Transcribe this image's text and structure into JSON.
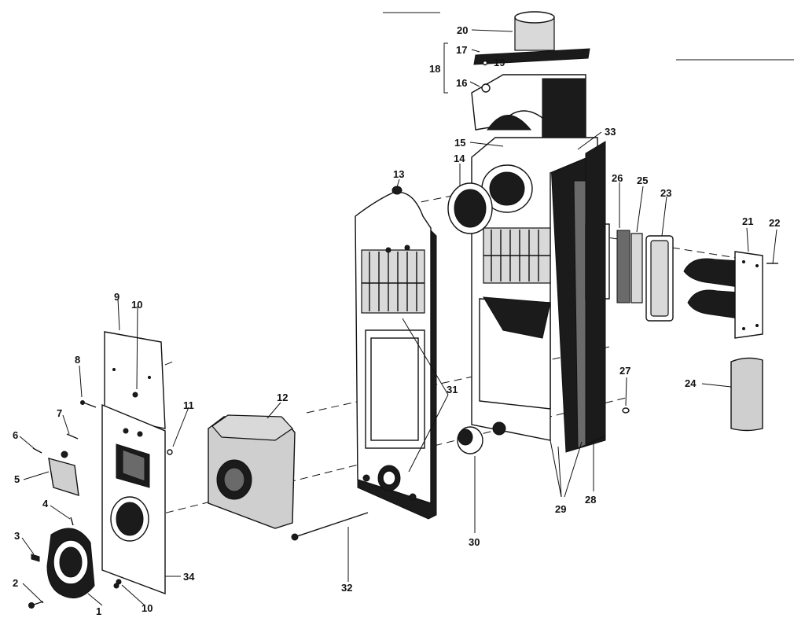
{
  "labels": {
    "p1": "1",
    "p2": "2",
    "p3": "3",
    "p4": "4",
    "p5": "5",
    "p6": "6",
    "p7": "7",
    "p8": "8",
    "p9": "9",
    "p10a": "10",
    "p10b": "10",
    "p11": "11",
    "p12": "12",
    "p13": "13",
    "p14": "14",
    "p15": "15",
    "p16": "16",
    "p17": "17",
    "p18": "18",
    "p19": "19",
    "p20": "20",
    "p21": "21",
    "p22": "22",
    "p23": "23",
    "p24": "24",
    "p25": "25",
    "p26": "26",
    "p27": "27",
    "p28": "28",
    "p29": "29",
    "p30": "30",
    "p31": "31",
    "p32": "32",
    "p33": "33",
    "p34": "34"
  }
}
